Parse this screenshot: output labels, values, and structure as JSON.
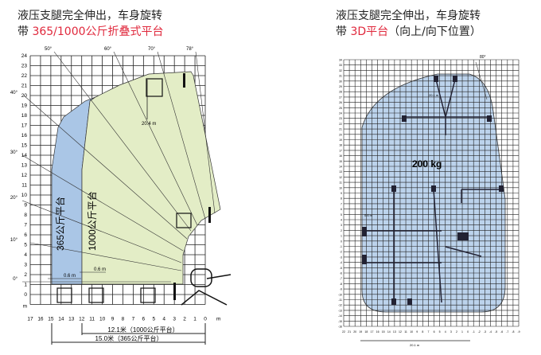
{
  "left": {
    "title_line1": "液压支腿完全伸出，车身旋转",
    "title_prefix": "带 ",
    "title_highlight": "365/1000公斤折叠式平台",
    "y_ticks": [
      "24",
      "23",
      "22",
      "21",
      "20",
      "19",
      "18",
      "17",
      "16",
      "15",
      "14",
      "13",
      "12",
      "11",
      "10",
      "9",
      "8",
      "7",
      "6",
      "5",
      "4",
      "3",
      "2",
      "1",
      "0"
    ],
    "y_unit": "m",
    "x_ticks": [
      "17",
      "16",
      "15",
      "14",
      "13",
      "12",
      "11",
      "10",
      "9",
      "8",
      "7",
      "6",
      "5",
      "4",
      "3",
      "2",
      "1",
      "0"
    ],
    "x_unit": "m",
    "angles": [
      "0°",
      "10°",
      "20°",
      "30°",
      "40°",
      "50°",
      "60°",
      "70°",
      "78°"
    ],
    "zone_365": "365公斤平台",
    "zone_1000": "1000公斤平台",
    "height_label": "20.4 m",
    "offset_365": "0.6 m",
    "offset_1000": "0.6 m",
    "reach_1000": "12.1米（1000公斤平台）",
    "reach_365": "15.0米（365公斤平台）",
    "colors": {
      "zone_365": "#aac6e6",
      "zone_1000": "#e3edc6"
    }
  },
  "right": {
    "title_line1": "液压支腿完全伸出，车身旋转",
    "title_prefix": "带 ",
    "title_highlight": "3D平台",
    "title_suffix": "（向上/向下位置）",
    "y_ticks": [
      "34",
      "33",
      "32",
      "31",
      "30",
      "29",
      "28",
      "27",
      "26",
      "25",
      "24",
      "23",
      "22",
      "21",
      "20",
      "19",
      "18",
      "17",
      "16",
      "15",
      "14",
      "13",
      "12",
      "11",
      "10",
      "9",
      "8",
      "7",
      "6",
      "5",
      "4",
      "3",
      "2",
      "1",
      "0",
      "-1",
      "-2",
      "-3",
      "-4",
      "-5",
      "-6",
      "-7",
      "-8",
      "-9",
      "-10",
      "-11",
      "-12",
      "-13",
      "-14",
      "-15",
      "-16"
    ],
    "x_ticks": [
      "22",
      "21",
      "20",
      "19",
      "18",
      "17",
      "16",
      "15",
      "14",
      "13",
      "12",
      "11",
      "10",
      "9",
      "8",
      "7",
      "6",
      "5",
      "4",
      "3",
      "2",
      "1",
      "0",
      "-1",
      "-2",
      "-3",
      "-4",
      "-5",
      "-6",
      "-7",
      "-8",
      "-9"
    ],
    "load": "200 kg",
    "angle": "80°",
    "height_label": "20.1 m",
    "offset_label": "0.6 m",
    "reach_label": "20.1 m",
    "colors": {
      "zone": "#bcd3ec"
    }
  }
}
